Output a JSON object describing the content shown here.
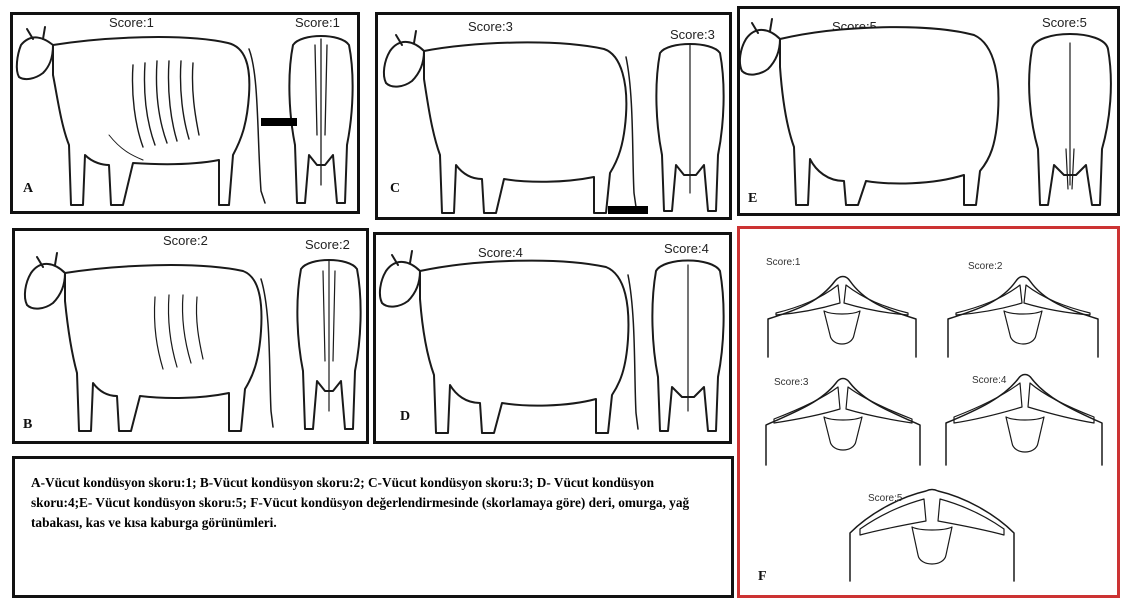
{
  "panels": {
    "A": {
      "letter": "A",
      "side_score": "Score:1",
      "rear_score": "Score:1"
    },
    "B": {
      "letter": "B",
      "side_score": "Score:2",
      "rear_score": "Score:2"
    },
    "C": {
      "letter": "C",
      "side_score": "Score:3",
      "rear_score": "Score:3"
    },
    "D": {
      "letter": "D",
      "side_score": "Score:4",
      "rear_score": "Score:4"
    },
    "E": {
      "letter": "E",
      "side_score": "Score:5",
      "rear_score": "Score:5"
    },
    "F": {
      "letter": "F",
      "sections": [
        {
          "label": "Score:1"
        },
        {
          "label": "Score:2"
        },
        {
          "label": "Score:3"
        },
        {
          "label": "Score:4"
        },
        {
          "label": "Score:5"
        }
      ]
    }
  },
  "caption": "A-Vücut kondüsyon skoru:1; B-Vücut kondüsyon skoru:2; C-Vücut kondüsyon skoru:3; D- Vücut kondüsyon skoru:4;E- Vücut kondüsyon skoru:5; F-Vücut kondüsyon değerlendirmesinde (skorlamaya göre) deri, omurga, yağ tabakası, kas ve kısa kaburga görünümleri.",
  "colors": {
    "panel_border": "#111111",
    "f_panel_border": "#cc3333",
    "line": "#1a1a1a"
  }
}
